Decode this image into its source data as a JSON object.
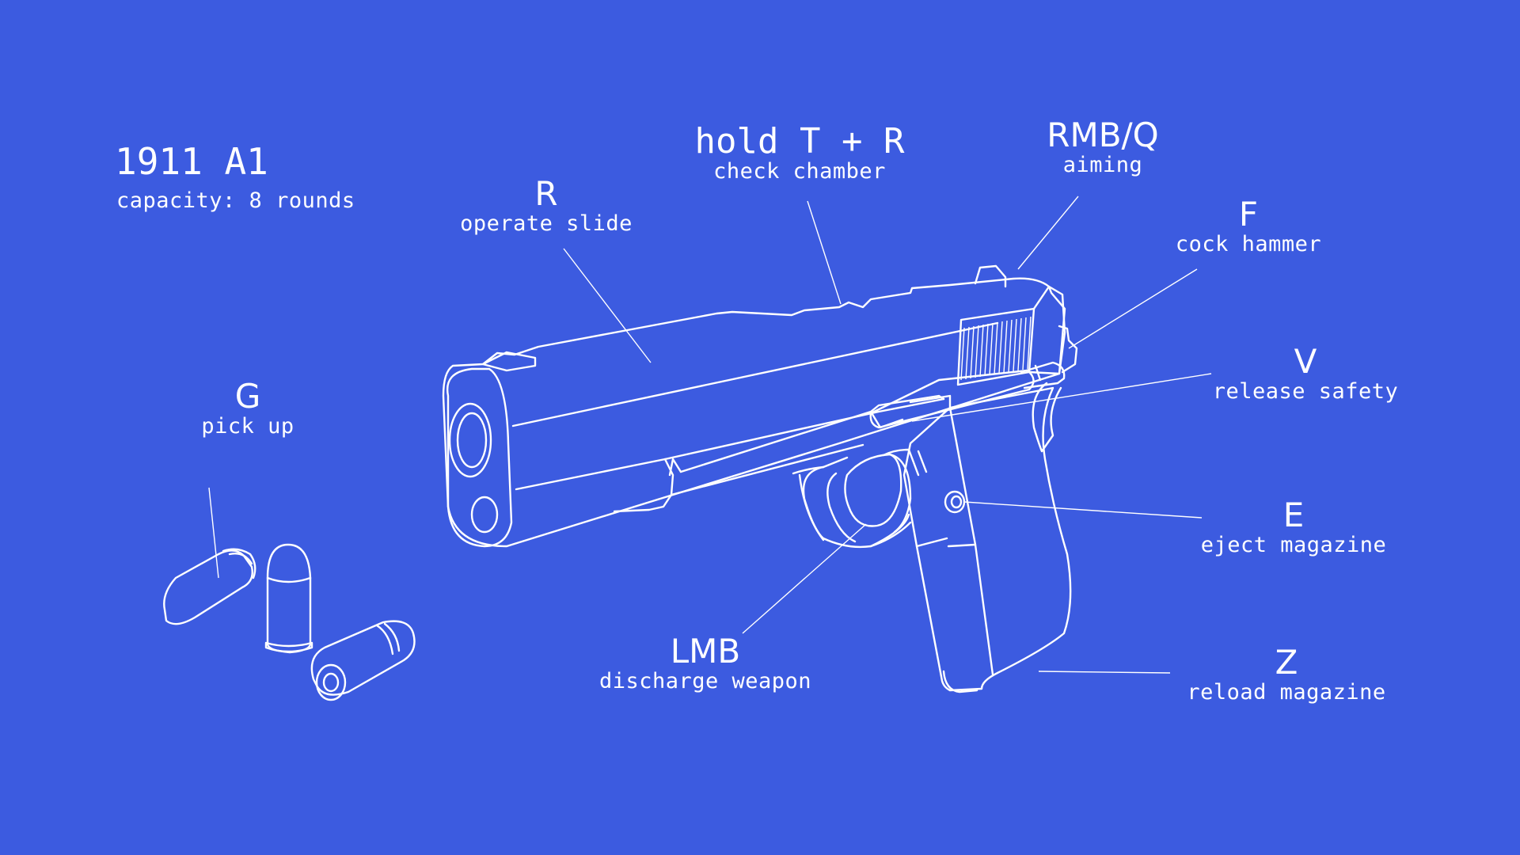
{
  "weapon": {
    "name": "1911 A1",
    "capacity": "capacity: 8 rounds"
  },
  "controls": [
    {
      "id": "check-chamber",
      "key": "hold T + R",
      "action": "check chamber"
    },
    {
      "id": "operate-slide",
      "key": "R",
      "action": "operate slide"
    },
    {
      "id": "aiming",
      "key": "RMB/Q",
      "action": "aiming"
    },
    {
      "id": "cock-hammer",
      "key": "F",
      "action": "cock hammer"
    },
    {
      "id": "release-safety",
      "key": "V",
      "action": "release safety"
    },
    {
      "id": "pick-up",
      "key": "G",
      "action": "pick up"
    },
    {
      "id": "eject-magazine",
      "key": "E",
      "action": "eject magazine"
    },
    {
      "id": "discharge-weapon",
      "key": "LMB",
      "action": "discharge weapon"
    },
    {
      "id": "reload-magazine",
      "key": "Z",
      "action": "reload magazine"
    }
  ],
  "colors": {
    "background": "#3c5be0",
    "lineart": "#ffffff"
  },
  "icons": [
    "pistol-1911-lineart",
    "bullet-cartridge-icon"
  ]
}
